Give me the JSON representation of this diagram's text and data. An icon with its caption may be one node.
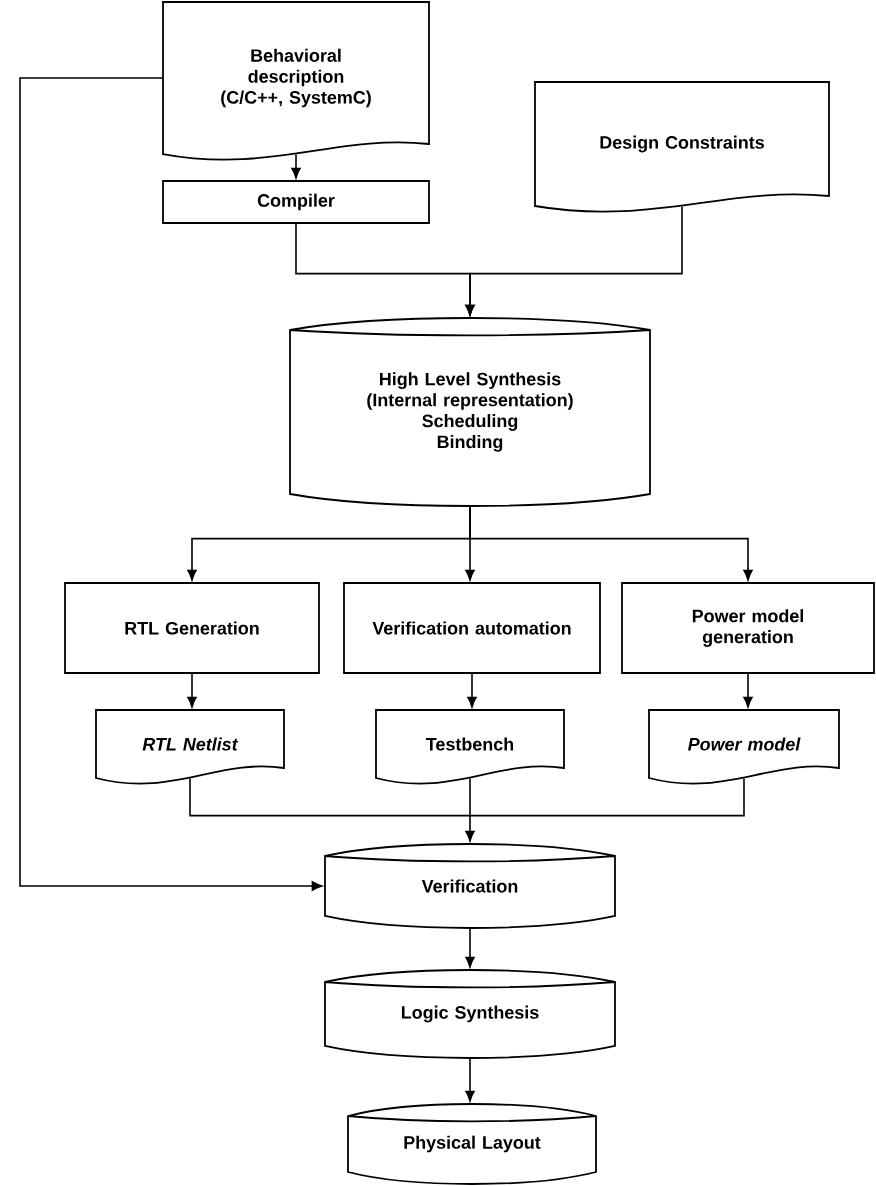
{
  "diagram": {
    "nodes": [
      {
        "text": [
          "Behavioral description (C/C++, SystemC)"
        ]
      },
      {
        "text": [
          "Compiler"
        ]
      },
      {
        "text": [
          "Design Constraints"
        ]
      },
      {
        "text": [
          "High Level Synthesis (Internal representation)",
          "Scheduling",
          "Binding"
        ]
      },
      {
        "text": [
          "RTL Generation"
        ]
      },
      {
        "text": [
          "Verification automation"
        ]
      },
      {
        "text": [
          "Power model generation"
        ]
      },
      {
        "text": [
          "RTL Netlist"
        ]
      },
      {
        "text": [
          "Testbench"
        ]
      },
      {
        "text": [
          "Power model"
        ]
      },
      {
        "text": [
          "Verification"
        ]
      },
      {
        "text": [
          "Logic Synthesis"
        ]
      },
      {
        "text": [
          "Physical Layout"
        ]
      }
    ],
    "edges": [
      {
        "from": 0,
        "to": 1,
        "arrow": "to"
      },
      {
        "from": 1,
        "to": 3,
        "arrow": "to"
      },
      {
        "from": 2,
        "to": 3,
        "arrow": "to"
      },
      {
        "from": 0,
        "to": 10,
        "arrow": "to"
      },
      {
        "from": 3,
        "to": 4,
        "arrow": "to"
      },
      {
        "from": 3,
        "to": 5,
        "arrow": "to"
      },
      {
        "from": 3,
        "to": 6,
        "arrow": "to"
      },
      {
        "from": 4,
        "to": 7,
        "arrow": "to"
      },
      {
        "from": 5,
        "to": 8,
        "arrow": "to"
      },
      {
        "from": 6,
        "to": 9,
        "arrow": "to"
      },
      {
        "from": 7,
        "to": 10,
        "arrow": "to"
      },
      {
        "from": 8,
        "to": 10,
        "arrow": "to"
      },
      {
        "from": 9,
        "to": 10,
        "arrow": "to"
      },
      {
        "from": 10,
        "to": 11,
        "arrow": "to"
      },
      {
        "from": 11,
        "to": 12,
        "arrow": "to"
      }
    ]
  }
}
